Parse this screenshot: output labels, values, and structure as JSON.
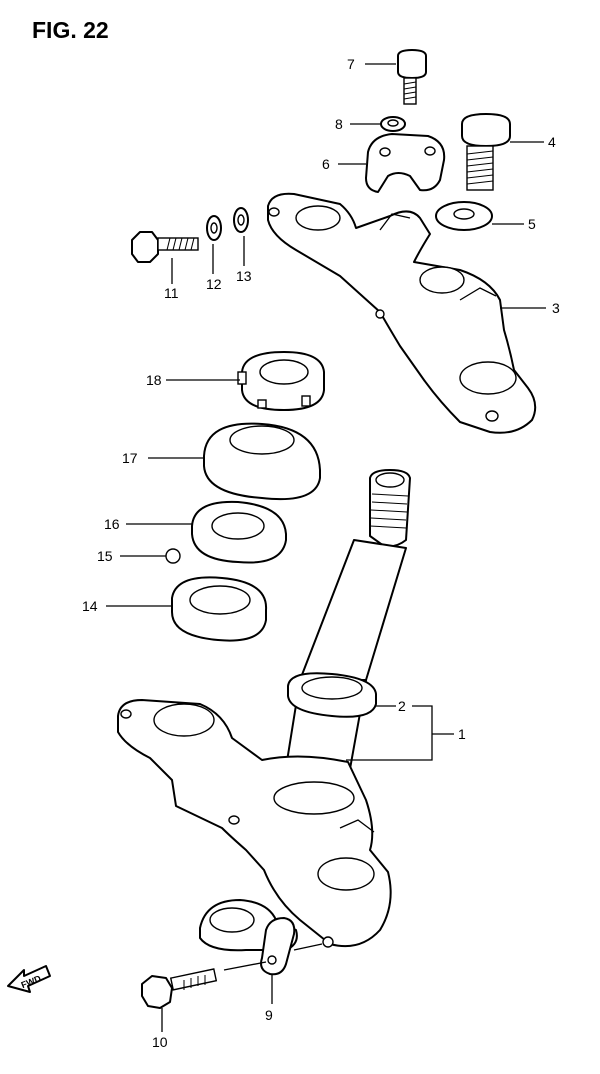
{
  "figure": {
    "title": "FIG. 22"
  },
  "direction": {
    "label": "FWD"
  },
  "callouts": [
    {
      "id": "1",
      "label": "1"
    },
    {
      "id": "2",
      "label": "2"
    },
    {
      "id": "3",
      "label": "3"
    },
    {
      "id": "4",
      "label": "4"
    },
    {
      "id": "5",
      "label": "5"
    },
    {
      "id": "6",
      "label": "6"
    },
    {
      "id": "7",
      "label": "7"
    },
    {
      "id": "8",
      "label": "8"
    },
    {
      "id": "9",
      "label": "9"
    },
    {
      "id": "10",
      "label": "10"
    },
    {
      "id": "11",
      "label": "11"
    },
    {
      "id": "12",
      "label": "12"
    },
    {
      "id": "13",
      "label": "13"
    },
    {
      "id": "14",
      "label": "14"
    },
    {
      "id": "15",
      "label": "15"
    },
    {
      "id": "16",
      "label": "16"
    },
    {
      "id": "17",
      "label": "17"
    },
    {
      "id": "18",
      "label": "18"
    }
  ]
}
